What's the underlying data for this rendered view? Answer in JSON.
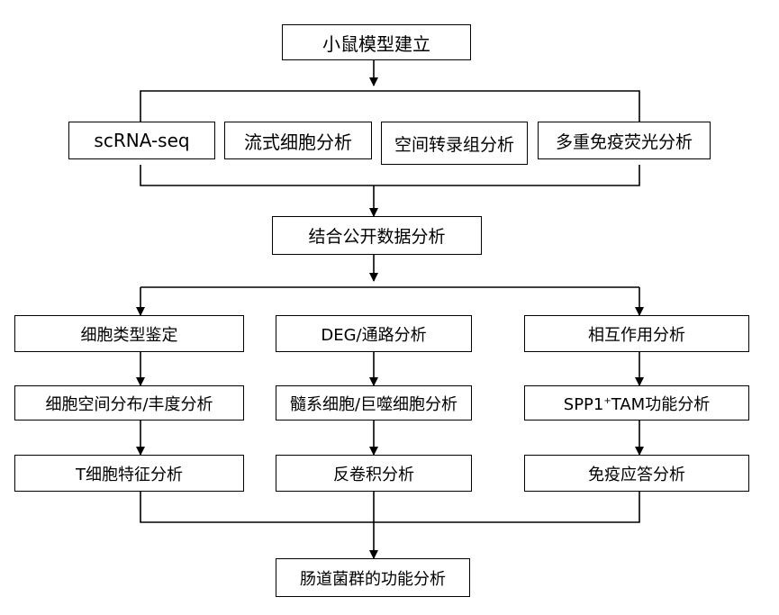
{
  "top": {
    "label": "小鼠模型建立"
  },
  "methods": [
    {
      "label": "scRNA-seq"
    },
    {
      "label": "流式细胞分析"
    },
    {
      "label": "空间转录组分析"
    },
    {
      "label": "多重免疫荧光分析"
    }
  ],
  "integrate": {
    "label": "结合公开数据分析"
  },
  "columns": [
    {
      "step1": "细胞类型鉴定",
      "step2": "细胞空间分布/丰度分析",
      "step3": "T细胞特征分析"
    },
    {
      "step1": "DEG/通路分析",
      "step2": "髓系细胞/巨噬细胞分析",
      "step3": "反卷积分析"
    },
    {
      "step1": "相互作用分析",
      "step2_pre": "SPP1",
      "step2_sup": "+",
      "step2_post": "TAM功能分析",
      "step3": "免疫应答分析"
    }
  ],
  "bottom": {
    "label": "肠道菌群的功能分析"
  }
}
